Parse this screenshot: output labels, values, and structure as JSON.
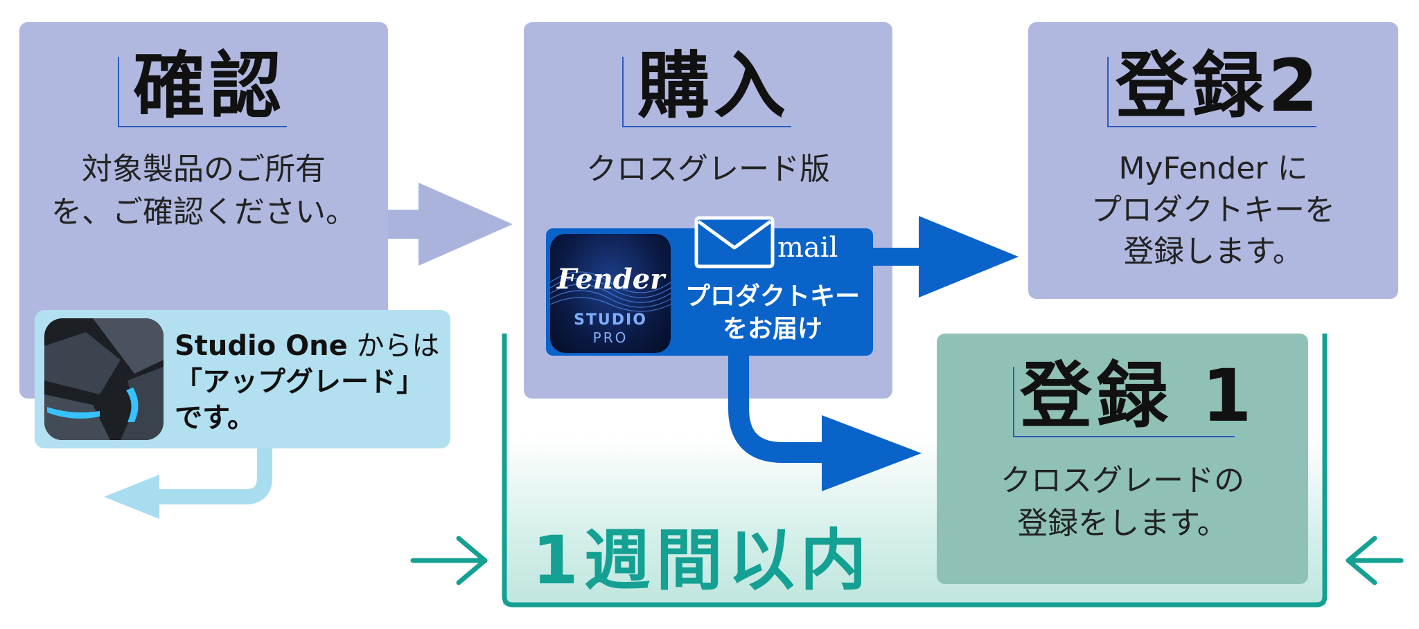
{
  "steps": {
    "confirm": {
      "title": "確認",
      "desc_line1": "対象製品のご所有",
      "desc_line2": "を、ご確認ください。"
    },
    "purchase": {
      "title": "購入",
      "desc": "クロスグレード版"
    },
    "register2": {
      "title": "登録2",
      "desc_line1": "MyFender に",
      "desc_line2": "プロダクトキーを",
      "desc_line3": "登録します。"
    },
    "register1": {
      "title": "登録 1",
      "desc_line1": "クロスグレードの",
      "desc_line2": "登録をします。"
    }
  },
  "mail_card": {
    "mail_label": "mail",
    "message_line1": "プロダクトキー",
    "message_line2": "をお届け",
    "logo": {
      "brand": "Fender",
      "product_line1": "STUDIO",
      "product_line2": "PRO"
    }
  },
  "studio_one_note": {
    "product": "Studio One",
    "line1_suffix": " からは",
    "line2": "「アップグレード」",
    "line3": "です。"
  },
  "deadline_label": "1週間以内",
  "colors": {
    "step_box": "#b0b8df",
    "register1_box": "#8fc1b7",
    "mail_card": "#0a63c9",
    "note_box": "#b3e0f0",
    "teal": "#14a093",
    "arrow_blue": "#0a63c9",
    "arrow_lavender": "#aab3dc",
    "arrow_light": "#a8dcef"
  },
  "icons": [
    "envelope-icon",
    "fender-studio-pro-logo",
    "studio-one-logo"
  ]
}
